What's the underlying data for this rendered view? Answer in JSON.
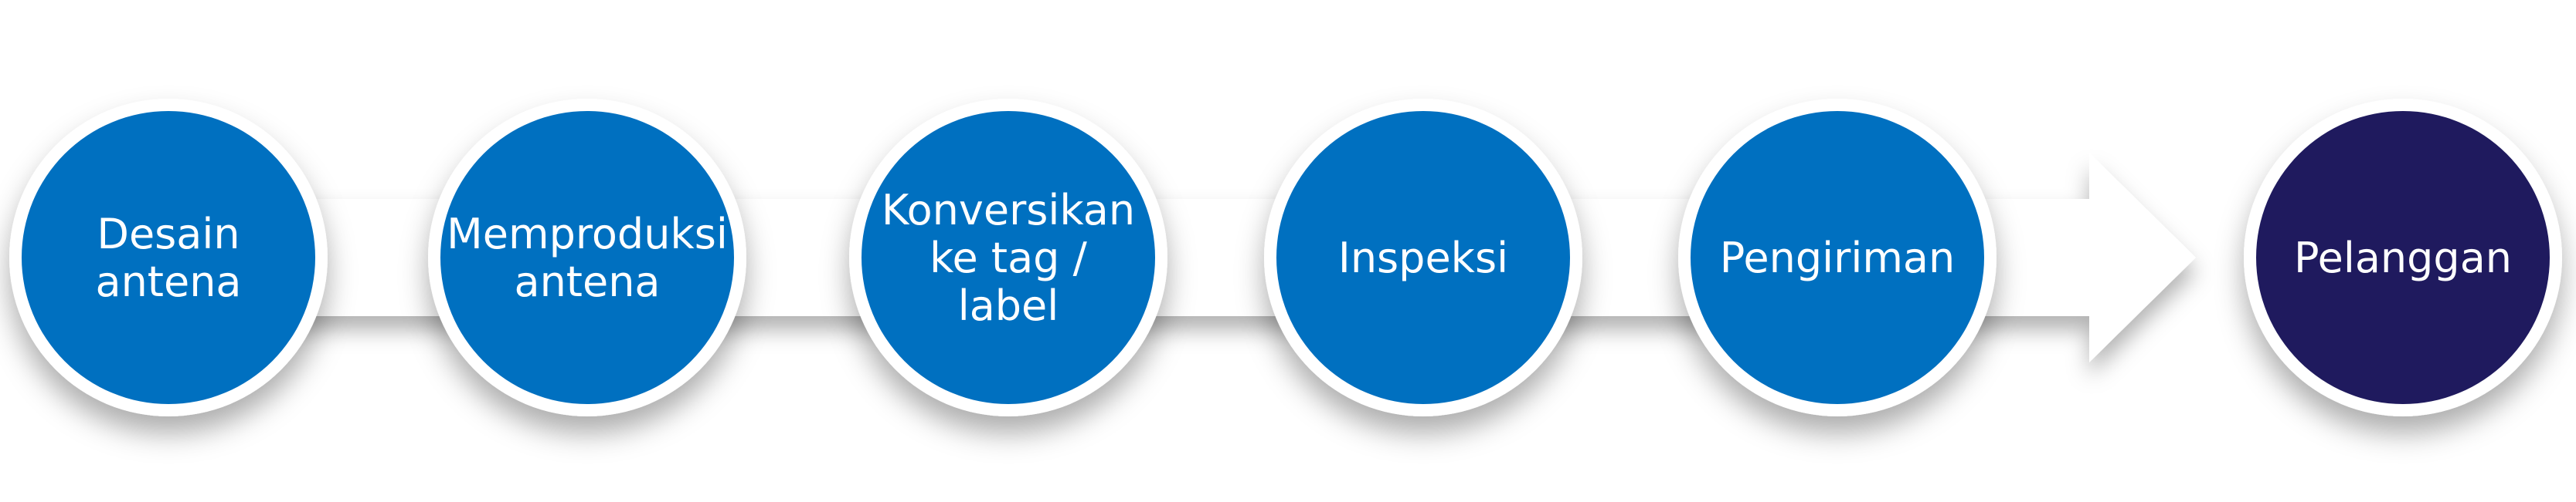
{
  "diagram": {
    "steps": [
      {
        "id": "desain-antena",
        "lines": [
          "Desain",
          "antena"
        ]
      },
      {
        "id": "memproduksi-antena",
        "lines": [
          "Memproduksi",
          "antena"
        ]
      },
      {
        "id": "konversikan-ke-tag-label",
        "lines": [
          "Konversikan",
          "ke tag /",
          "label"
        ]
      },
      {
        "id": "inspeksi",
        "lines": [
          "Inspeksi"
        ]
      },
      {
        "id": "pengiriman",
        "lines": [
          "Pengiriman"
        ]
      }
    ],
    "final_step": {
      "id": "pelanggan",
      "lines": [
        "Pelanggan"
      ]
    },
    "colors": {
      "step_fill": "#0070C0",
      "final_fill": "#1F1A5E",
      "arrow_fill": "#FFFFFF",
      "ring": "#FFFFFF",
      "label_text": "#FFFFFF"
    }
  }
}
